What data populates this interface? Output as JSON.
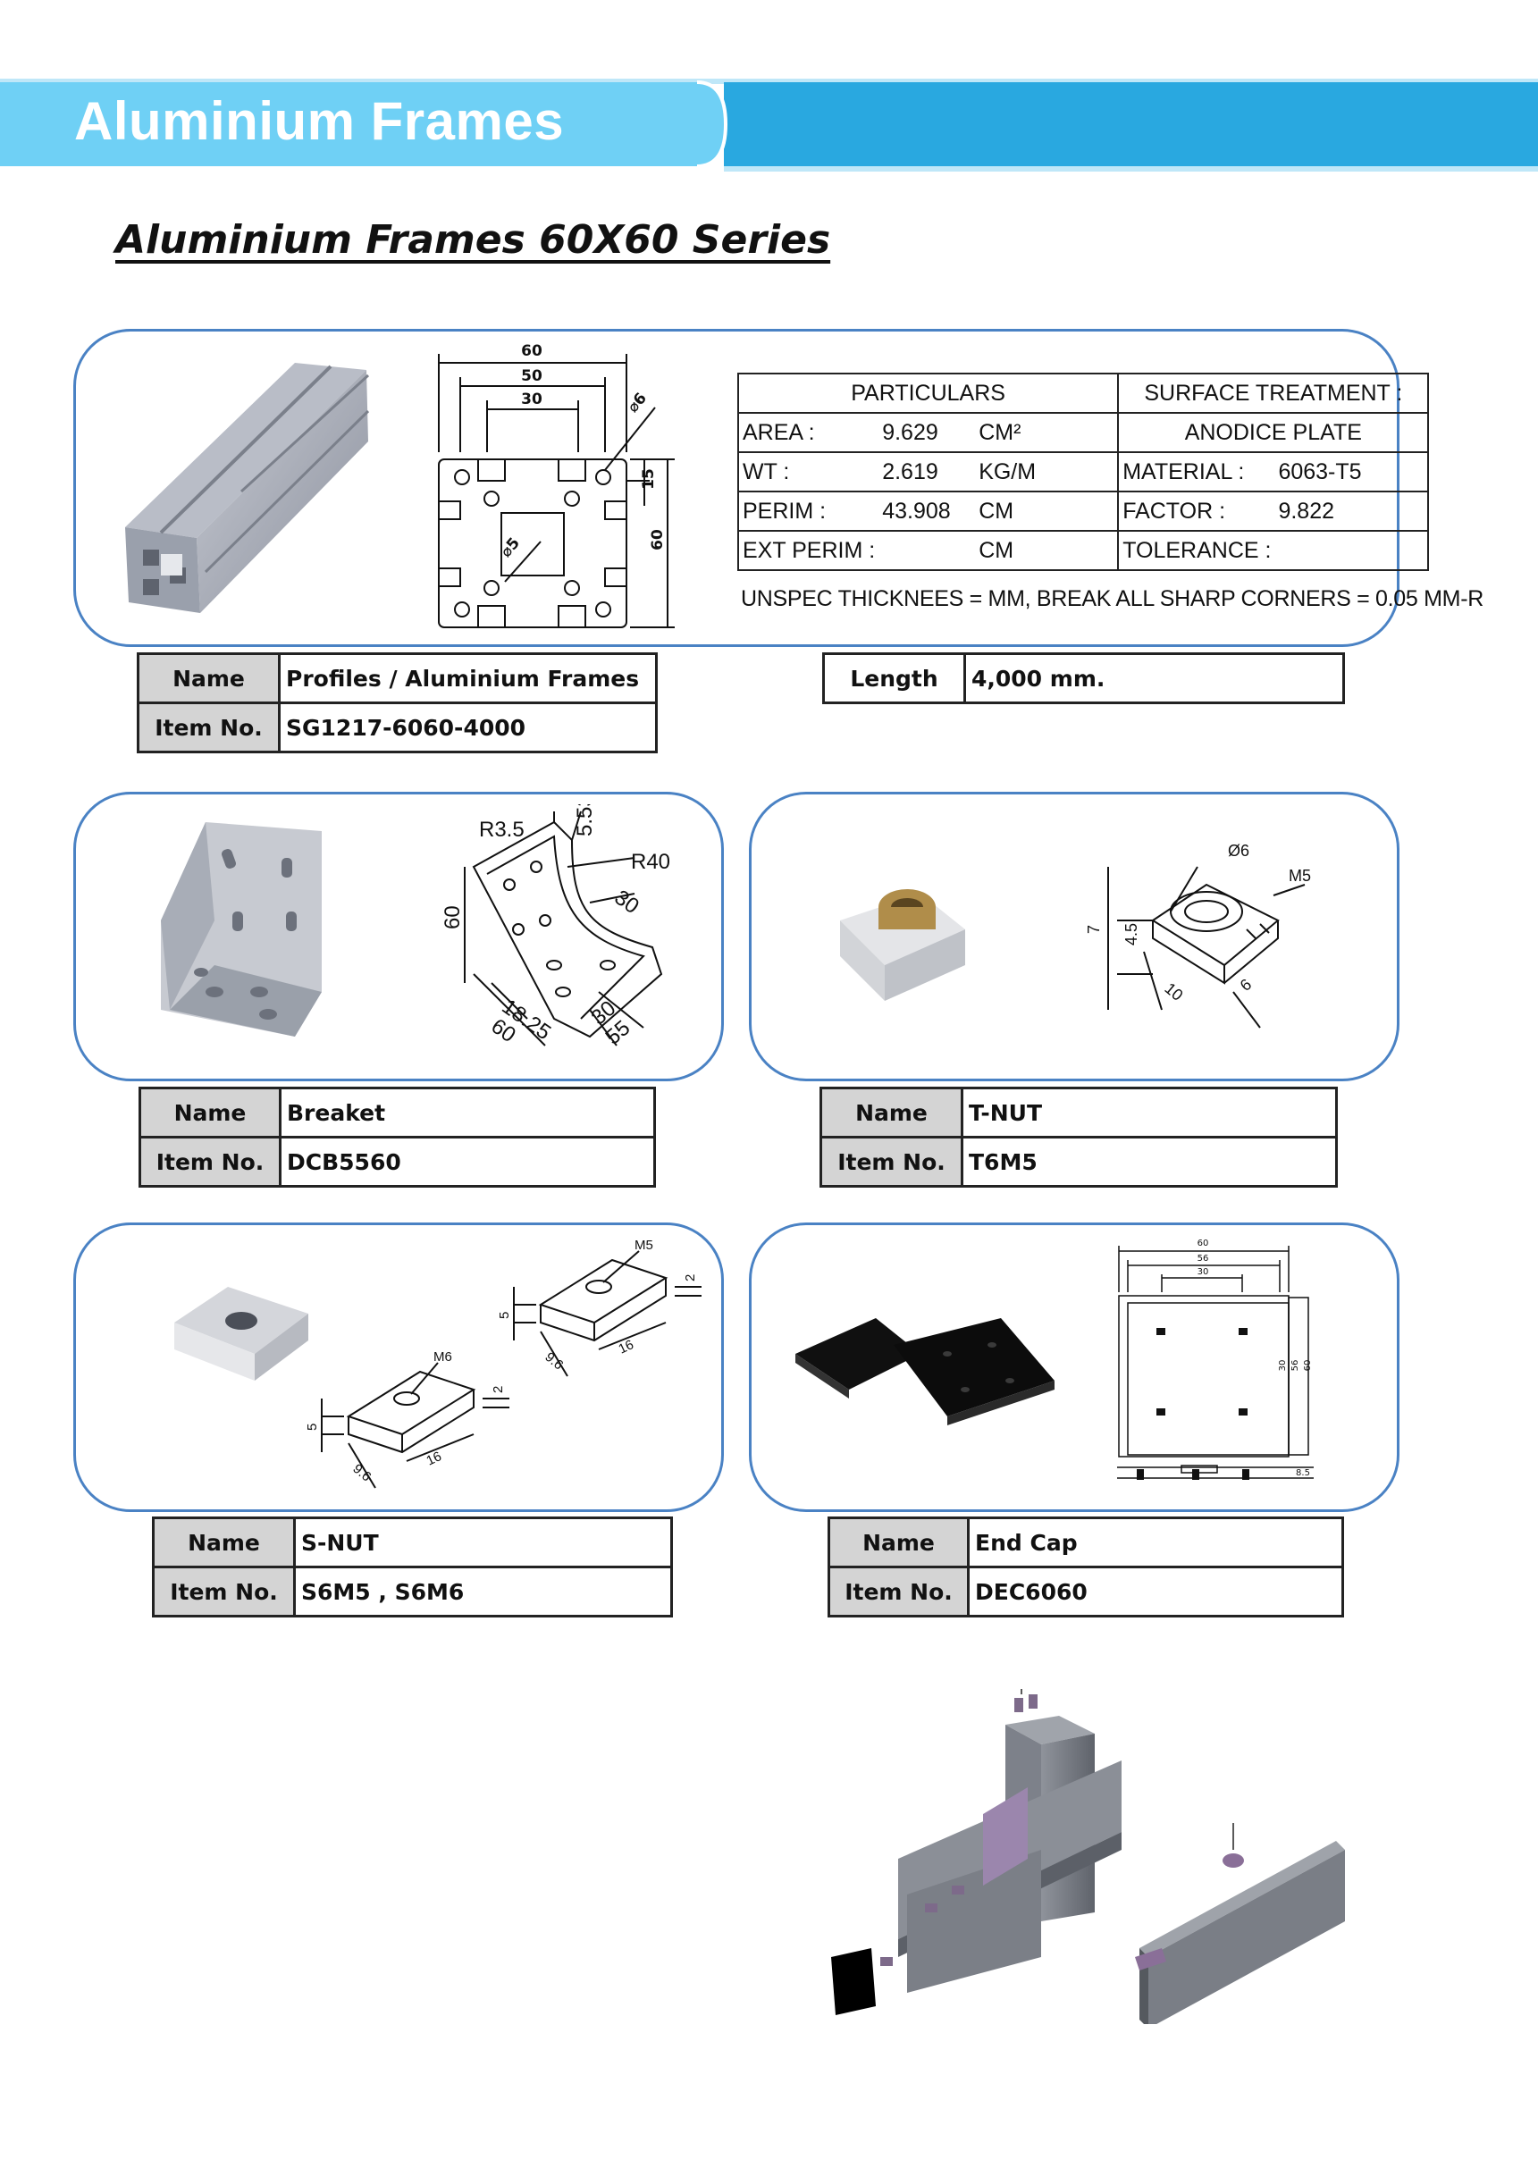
{
  "header": {
    "title": "Aluminium Frames",
    "accent_color": "#29a8e0",
    "light_color": "#6fd0f5"
  },
  "section_title": "Aluminium  Frames  60X60 Series",
  "profile": {
    "drawing_dims": [
      "60",
      "50",
      "30",
      "15",
      "60",
      "6",
      "5"
    ],
    "spec": {
      "particulars": "PARTICULARS",
      "surface_treatment": "SURFACE TREATMENT :",
      "surface_value": "ANODICE PLATE",
      "rows": [
        {
          "label": "AREA :",
          "value": "9.629",
          "unit": "CM²",
          "right_label": "MATERIAL :",
          "right_value": "6063-T5"
        },
        {
          "label": "WT :",
          "value": "2.619",
          "unit": "KG/M",
          "right_label": "FACTOR :",
          "right_value": "9.822"
        },
        {
          "label": "PERIM :",
          "value": "43.908",
          "unit": "CM",
          "right_label": "TOLERANCE :",
          "right_value": ""
        },
        {
          "label": "EXT PERIM :",
          "value": "",
          "unit": "CM",
          "right_label": "",
          "right_value": ""
        }
      ],
      "note": "UNSPEC THICKNEES = MM, BREAK ALL SHARP CORNERS = 0.05 MM-R"
    },
    "name_label": "Name",
    "name": "Profiles / Aluminium Frames",
    "item_label": "Item No.",
    "item": "SG1217-6060-4000",
    "length_label": "Length",
    "length": "4,000 mm."
  },
  "bracket": {
    "dims": [
      "R3.5",
      "5.53",
      "R40",
      "30",
      "60",
      "18.25",
      "60",
      "30",
      "55"
    ],
    "name_label": "Name",
    "name": "Breaket",
    "item_label": "Item No.",
    "item": "DCB5560"
  },
  "tnut": {
    "dims": [
      "Ø6",
      "M5",
      "7",
      "4.5",
      "10",
      "6"
    ],
    "name_label": "Name",
    "name": "T-NUT",
    "item_label": "Item No.",
    "item": "T6M5"
  },
  "snut": {
    "dims": [
      "M5",
      "2",
      "5",
      "9.6",
      "16",
      "M6",
      "2",
      "5",
      "9.6",
      "16"
    ],
    "name_label": "Name",
    "name": "S-NUT",
    "item_label": "Item No.",
    "item": "S6M5 , S6M6"
  },
  "endcap": {
    "dims": [
      "60",
      "56",
      "30",
      "30",
      "56",
      "60",
      "8.5"
    ],
    "name_label": "Name",
    "name": "End Cap",
    "item_label": "Item No.",
    "item": "DEC6060"
  }
}
